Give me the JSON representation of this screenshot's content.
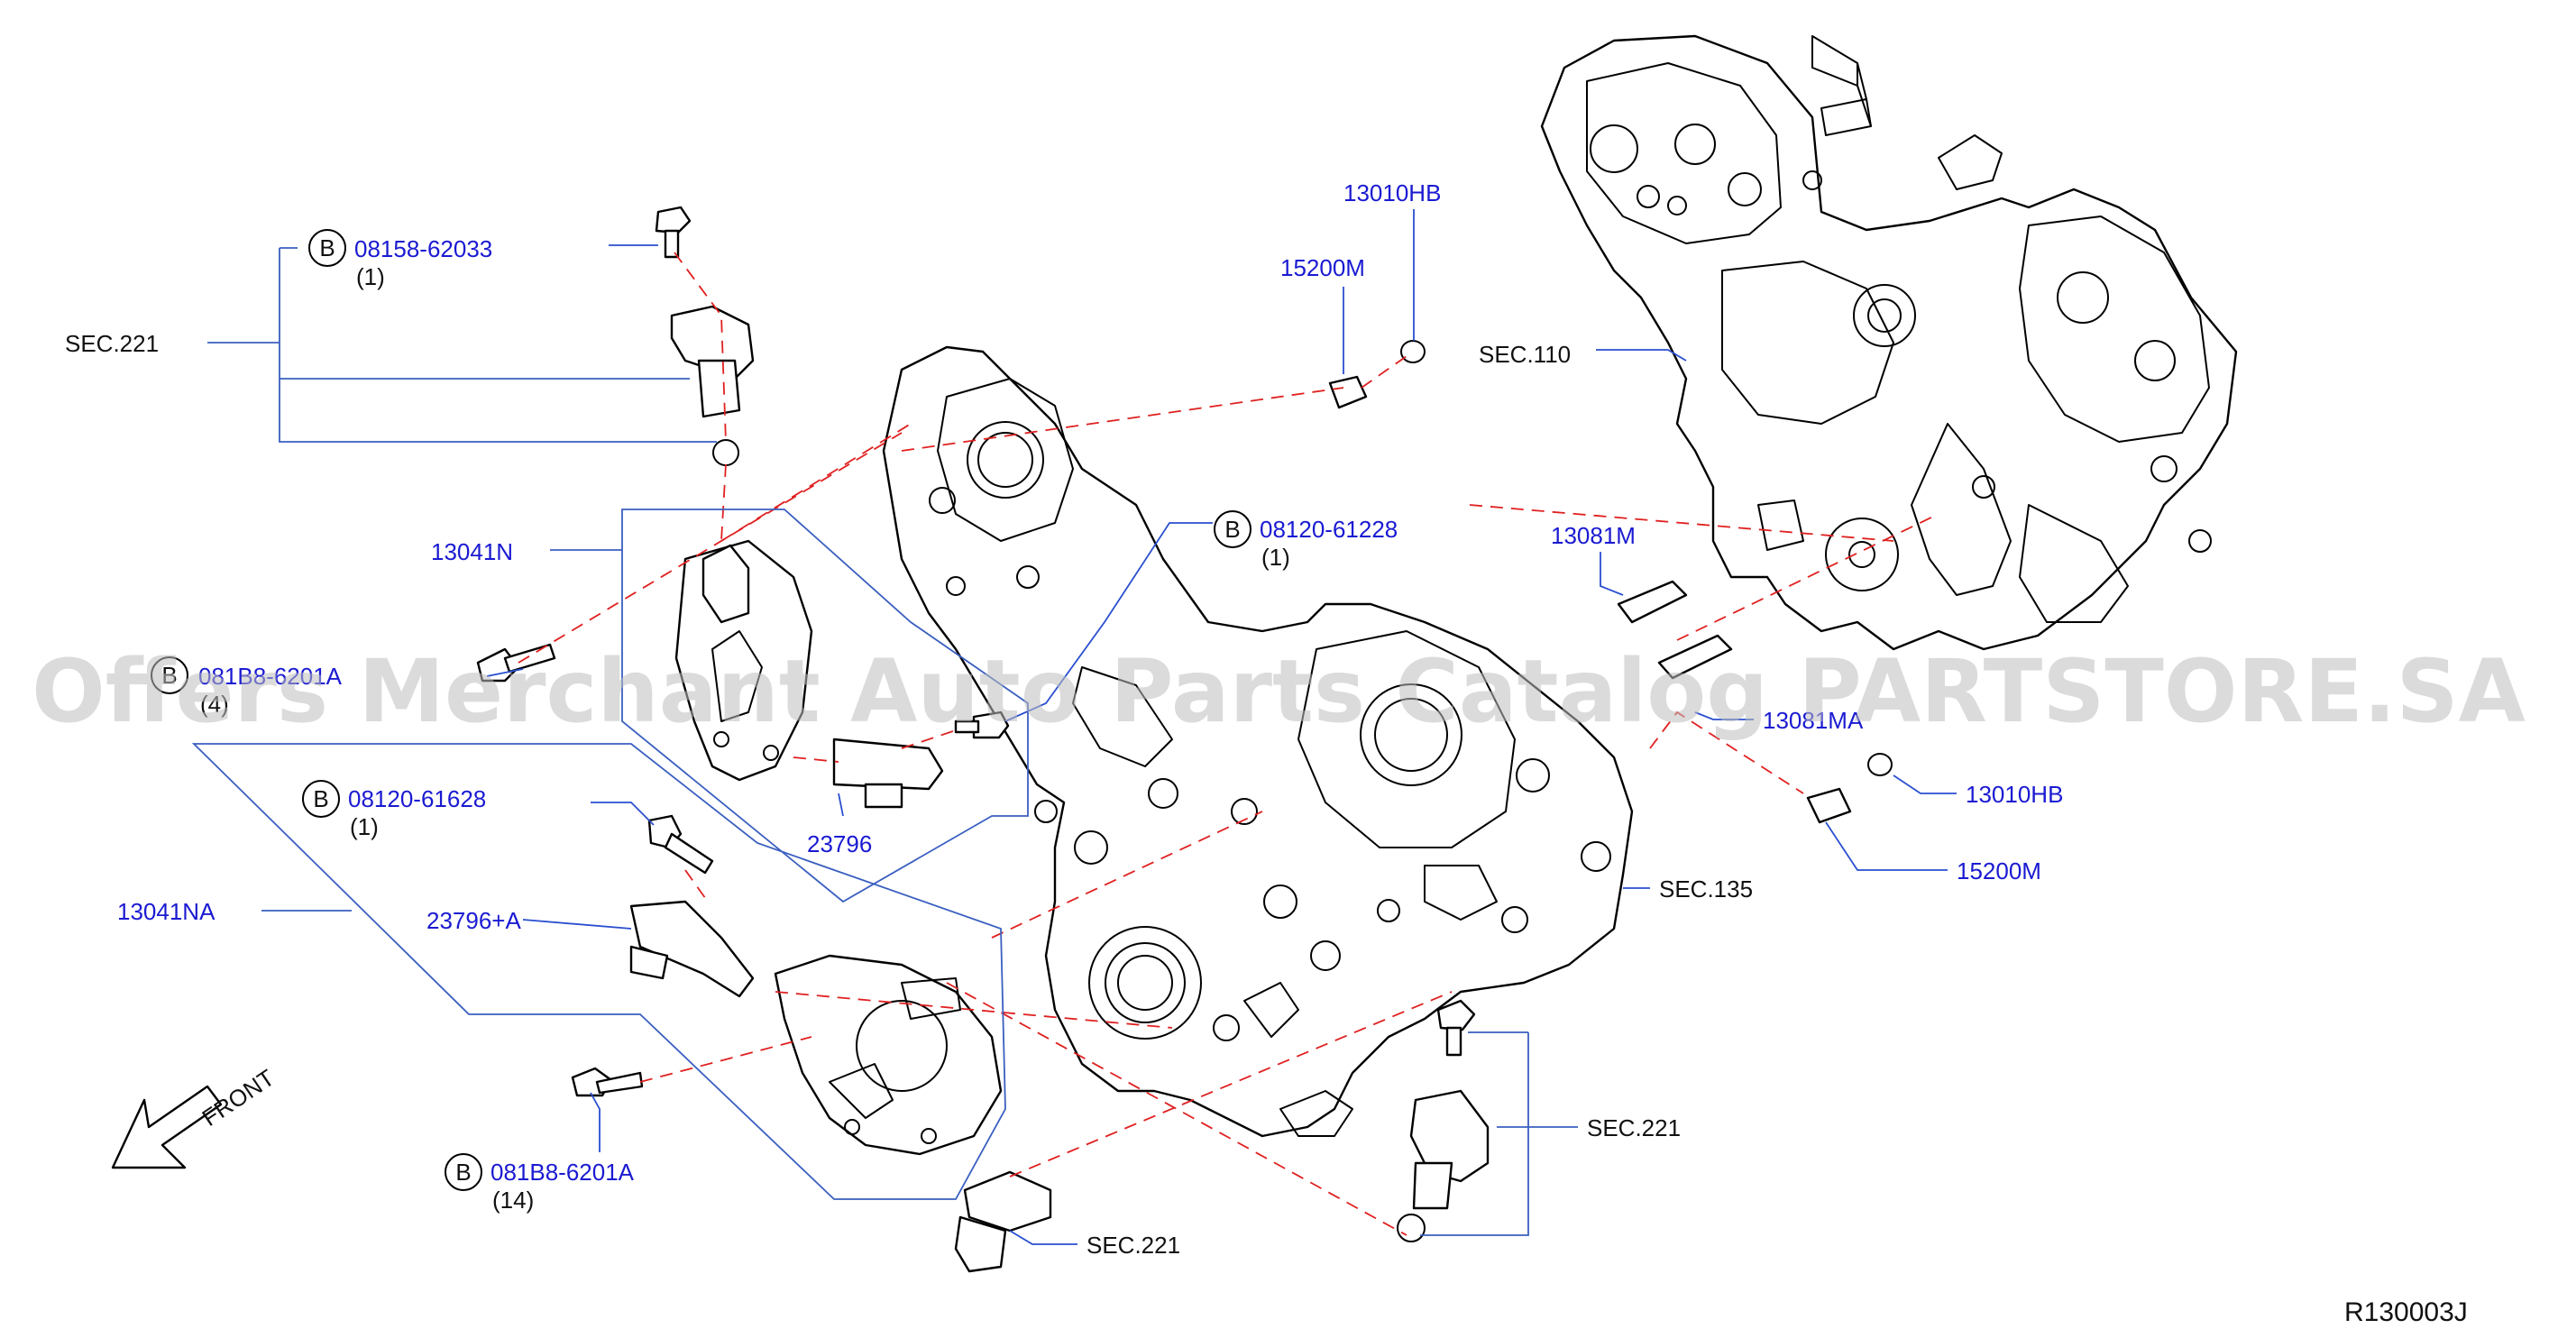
{
  "diagram": {
    "code": "R130003J",
    "direction_label": "FRONT",
    "watermark": "Offers Merchant Auto Parts Catalog PARTSTORE.SA"
  },
  "bolt_marker": "B",
  "callouts": {
    "bolt_08158_62033": {
      "part": "08158-62033",
      "qty": "(1)"
    },
    "bolt_081b8_6201a_top": {
      "part": "081B8-6201A",
      "qty": "(4)"
    },
    "bolt_08120_61628": {
      "part": "08120-61628",
      "qty": "(1)"
    },
    "bolt_081b8_6201a_bottom": {
      "part": "081B8-6201A",
      "qty": "(14)"
    },
    "bolt_08120_61228": {
      "part": "08120-61228",
      "qty": "(1)"
    }
  },
  "parts": {
    "p13041N": "13041N",
    "p13041NA": "13041NA",
    "p23796": "23796",
    "p23796A": "23796+A",
    "p13010HB_top": "13010HB",
    "p15200M_top": "15200M",
    "p13081M": "13081M",
    "p13081MA": "13081MA",
    "p13010HB_right": "13010HB",
    "p15200M_right": "15200M"
  },
  "sections": {
    "sec221_top": "SEC.221",
    "sec110": "SEC.110",
    "sec135": "SEC.135",
    "sec221_right": "SEC.221",
    "sec221_bottom": "SEC.221"
  }
}
